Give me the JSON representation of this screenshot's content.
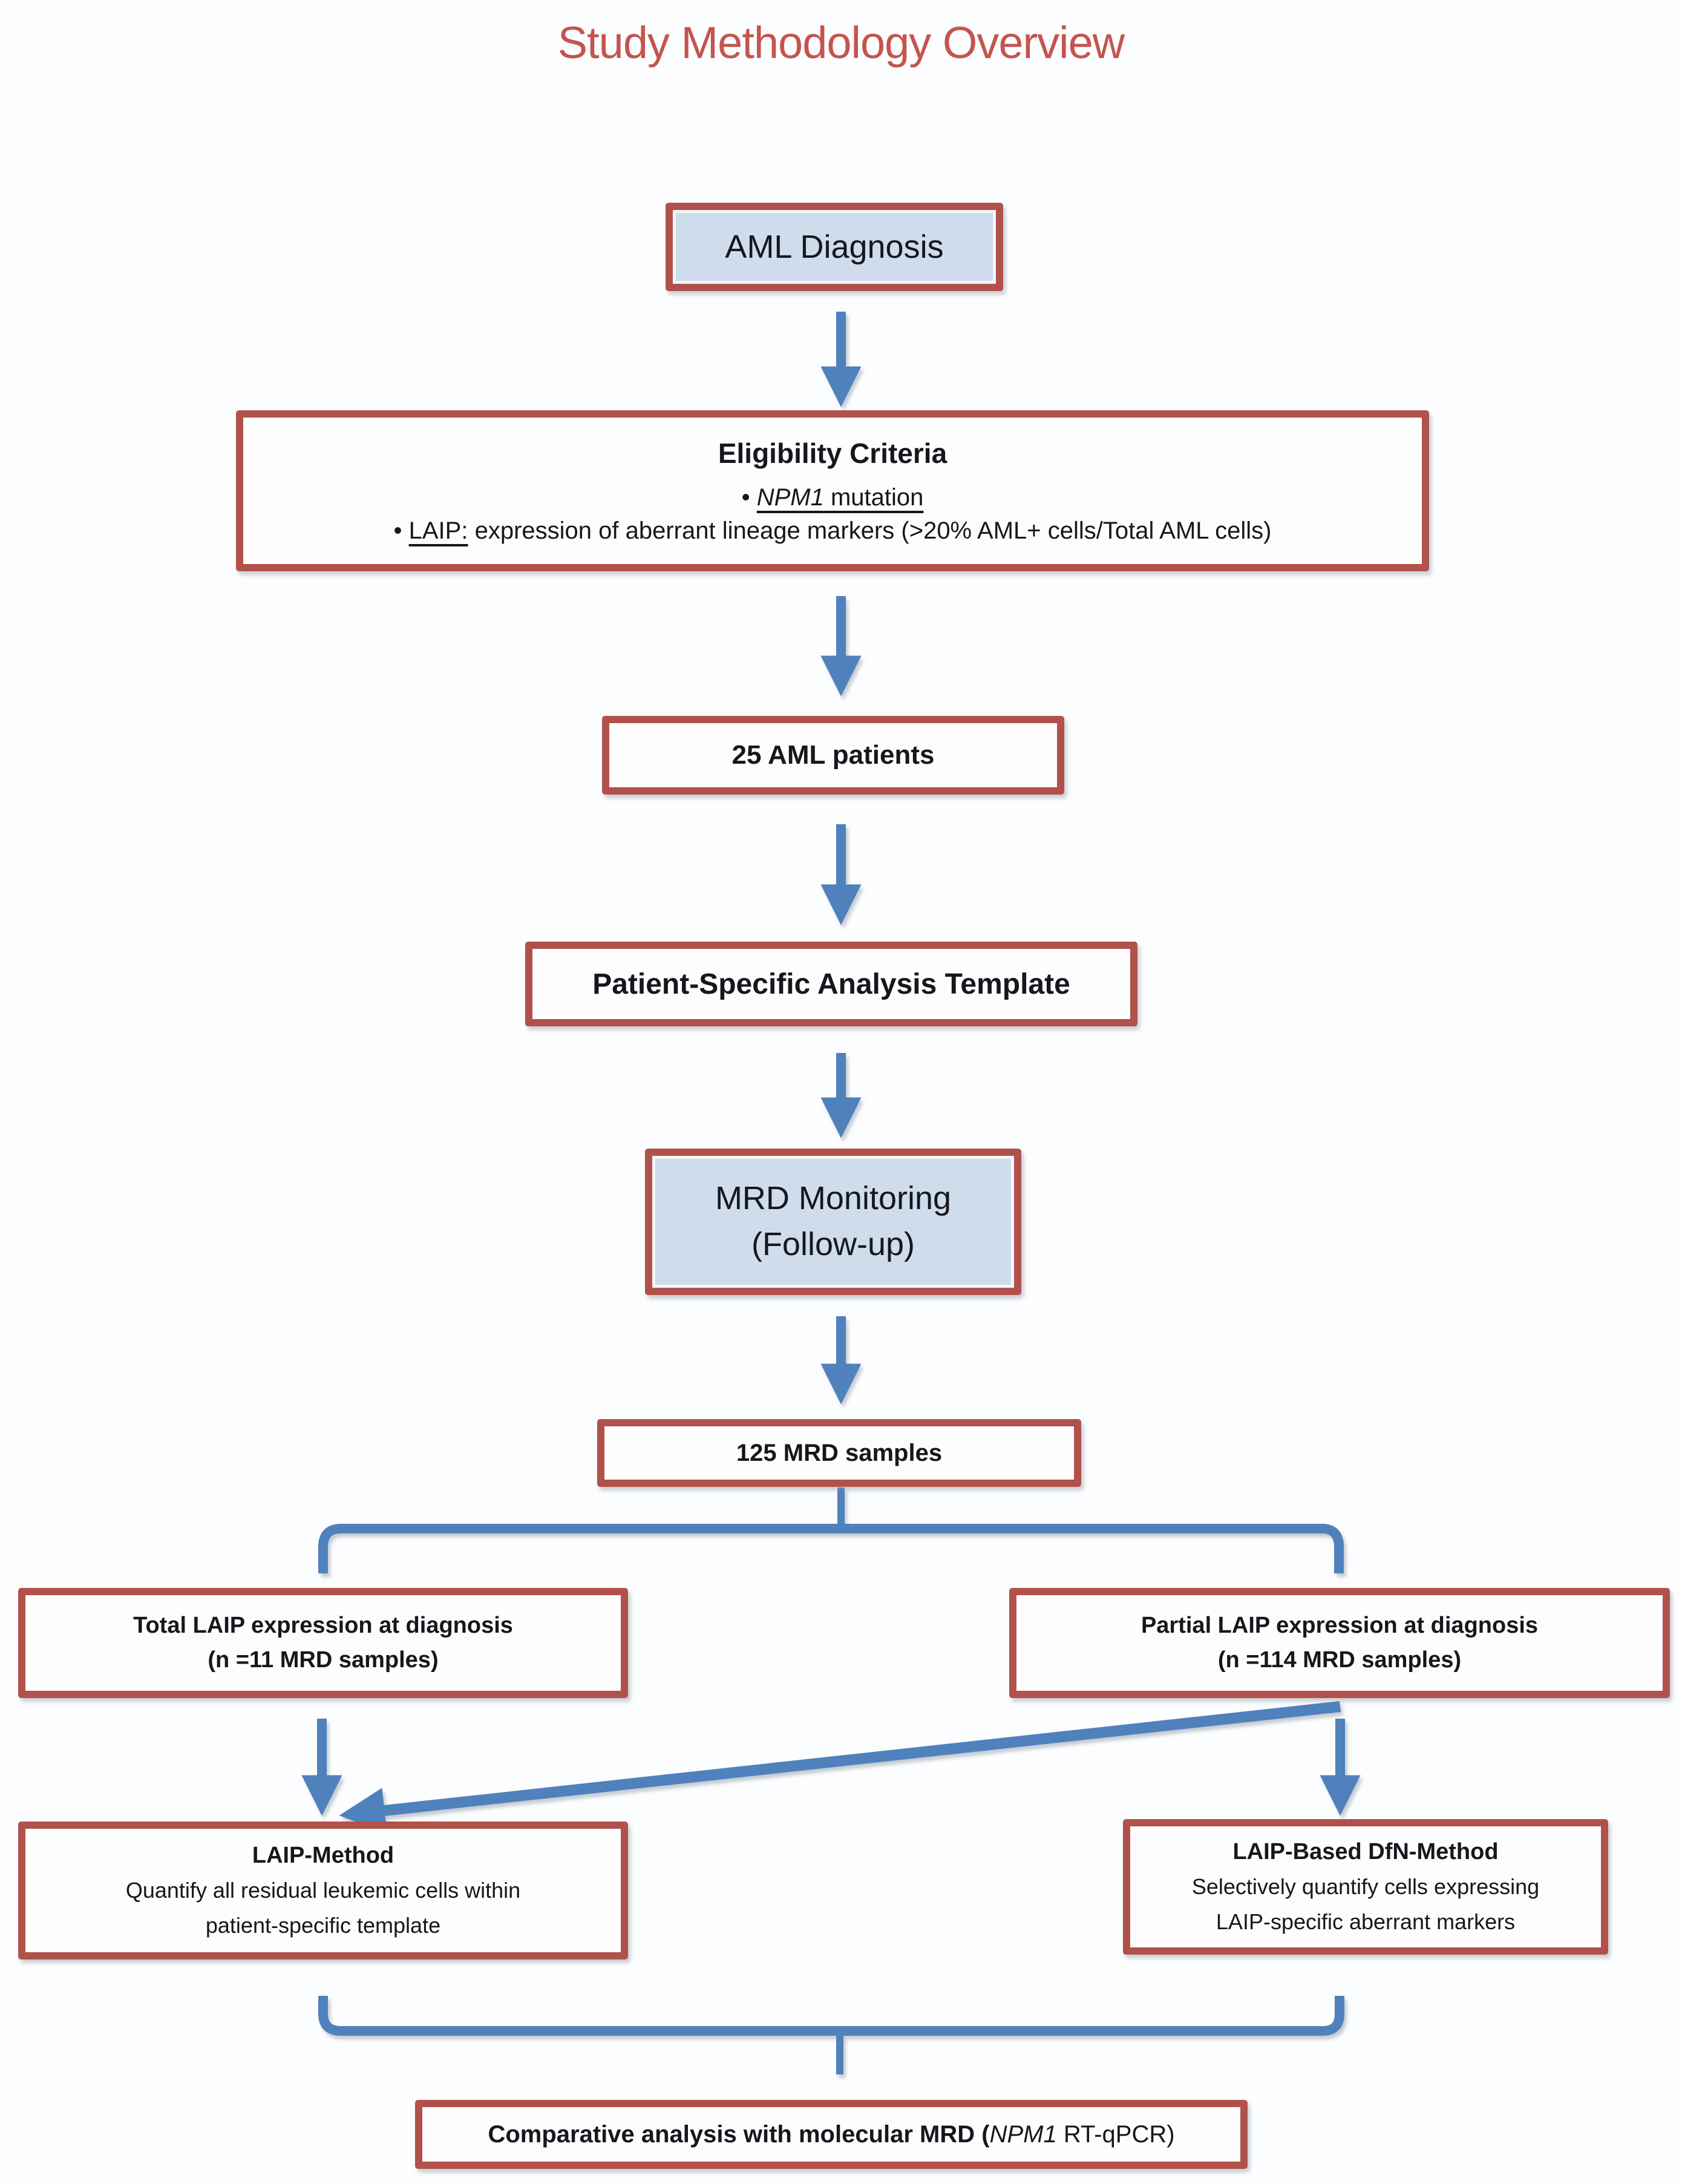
{
  "title": "Study Methodology Overview",
  "colors": {
    "box_border": "#b0524b",
    "box_fill_blue": "#cfdcec",
    "box_fill_white": "#fdfdfe",
    "arrow_blue": "#4f81bd",
    "title_red": "#c4544e",
    "text": "#15171c"
  },
  "nodes": {
    "aml_diagnosis": {
      "label": "AML Diagnosis"
    },
    "eligibility": {
      "heading": "Eligibility Criteria",
      "bullet": "•",
      "npm1": "NPM1",
      "npm1_rest": " mutation",
      "laip": "LAIP:",
      "laip_rest": " expression of aberrant lineage markers (>20% AML+ cells/Total AML cells)"
    },
    "patients": {
      "label": "25 AML patients"
    },
    "template": {
      "label": "Patient-Specific Analysis Template"
    },
    "mrd_monitoring": {
      "line1": "MRD Monitoring",
      "line2": "(Follow-up)"
    },
    "mrd_samples": {
      "label": "125 MRD samples"
    },
    "total_laip": {
      "line1": "Total LAIP expression at diagnosis",
      "line2": "(n =11 MRD samples)"
    },
    "partial_laip": {
      "line1": "Partial LAIP expression at diagnosis",
      "line2": "(n =114 MRD samples)"
    },
    "laip_method": {
      "title": "LAIP-Method",
      "line1": "Quantify all residual leukemic cells within",
      "line2": "patient-specific template"
    },
    "dfn_method": {
      "title": "LAIP-Based DfN-Method",
      "line1": "Selectively quantify cells expressing",
      "line2": "LAIP-specific aberrant markers"
    },
    "comparative": {
      "pre": "Comparative analysis with molecular MRD (",
      "npm1": "NPM1",
      "post": " RT-qPCR)"
    }
  }
}
